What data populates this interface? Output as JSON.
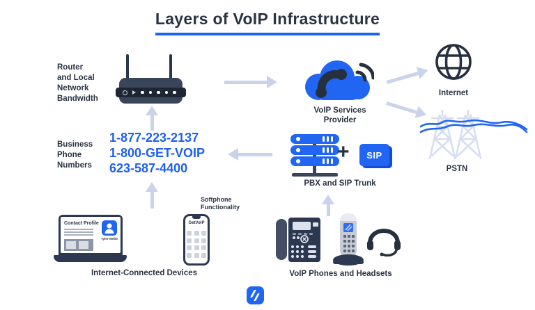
{
  "title": "Layers of VoIP Infrastructure",
  "labels": {
    "router_layer": [
      "Router",
      "and Local",
      "Network",
      "Bandwidth"
    ],
    "business_numbers": [
      "Business",
      "Phone",
      "Numbers"
    ],
    "provider": [
      "VoIP Services",
      "Provider"
    ],
    "internet": "Internet",
    "pstn": "PSTN",
    "pbx": "PBX and SIP Trunk",
    "devices": "Internet-Connected Devices",
    "softphone": [
      "Softphone",
      "Functionality"
    ],
    "phones": "VoIP Phones and Headsets"
  },
  "phone_numbers": [
    "1-877-223-2137",
    "1-800-GET-VOIP",
    "623-587-4400"
  ],
  "pbx_group": {
    "plus": "+",
    "sip": "SIP"
  },
  "laptop": {
    "screen_title": "Contact Profile",
    "contact_name": "Tyler Webb"
  },
  "softphone_app": {
    "name": "GetVoIP"
  },
  "colors": {
    "navy": "#2a3342",
    "blue": "#2166f3",
    "phone_number_blue": "#1e5ff2",
    "arrow_gray": "#c9d3ea",
    "tower_light": "#d6def2"
  }
}
